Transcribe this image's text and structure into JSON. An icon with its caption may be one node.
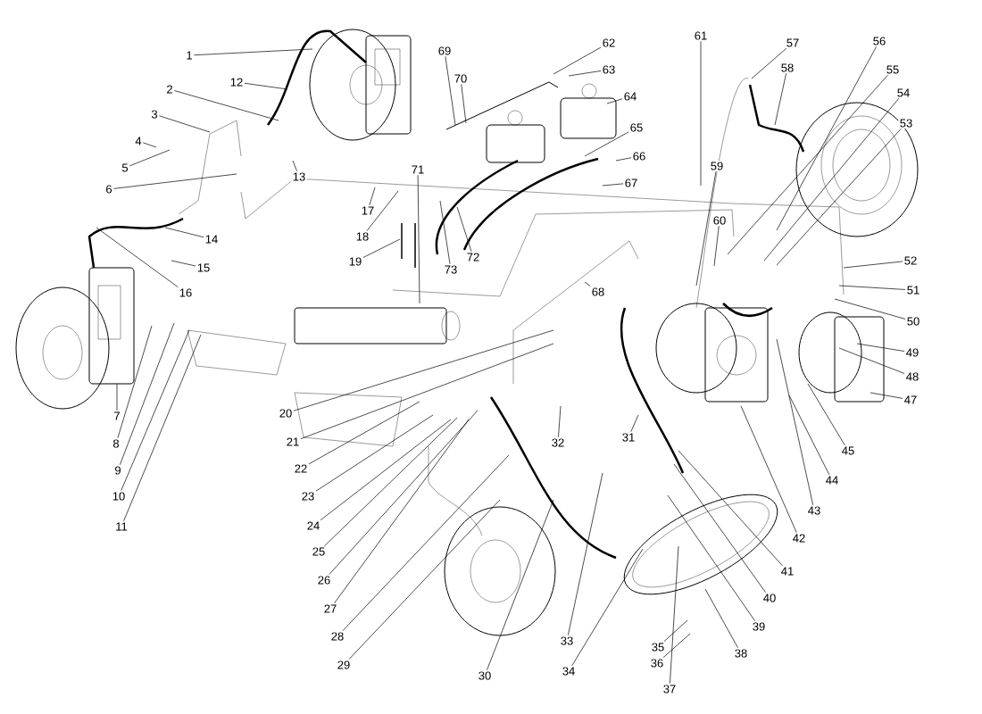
{
  "diagram": {
    "nodes": [
      {
        "text": [
          "1"
        ]
      },
      {
        "text": [
          "2"
        ]
      },
      {
        "text": [
          "3"
        ]
      },
      {
        "text": [
          "4"
        ]
      },
      {
        "text": [
          "5"
        ]
      },
      {
        "text": [
          "6"
        ]
      },
      {
        "text": [
          "7"
        ]
      },
      {
        "text": [
          "8"
        ]
      },
      {
        "text": [
          "9"
        ]
      },
      {
        "text": [
          "10"
        ]
      },
      {
        "text": [
          "11"
        ]
      },
      {
        "text": [
          "12"
        ]
      },
      {
        "text": [
          "13"
        ]
      },
      {
        "text": [
          "14"
        ]
      },
      {
        "text": [
          "15"
        ]
      },
      {
        "text": [
          "16"
        ]
      },
      {
        "text": [
          "17"
        ]
      },
      {
        "text": [
          "18"
        ]
      },
      {
        "text": [
          "19"
        ]
      },
      {
        "text": [
          "20"
        ]
      },
      {
        "text": [
          "21"
        ]
      },
      {
        "text": [
          "22"
        ]
      },
      {
        "text": [
          "23"
        ]
      },
      {
        "text": [
          "24"
        ]
      },
      {
        "text": [
          "25"
        ]
      },
      {
        "text": [
          "26"
        ]
      },
      {
        "text": [
          "27"
        ]
      },
      {
        "text": [
          "28"
        ]
      },
      {
        "text": [
          "29"
        ]
      },
      {
        "text": [
          "30"
        ]
      },
      {
        "text": [
          "31"
        ]
      },
      {
        "text": [
          "32"
        ]
      },
      {
        "text": [
          "33"
        ]
      },
      {
        "text": [
          "34"
        ]
      },
      {
        "text": [
          "35"
        ]
      },
      {
        "text": [
          "36"
        ]
      },
      {
        "text": [
          "37"
        ]
      },
      {
        "text": [
          "38"
        ]
      },
      {
        "text": [
          "39"
        ]
      },
      {
        "text": [
          "40"
        ]
      },
      {
        "text": [
          "41"
        ]
      },
      {
        "text": [
          "42"
        ]
      },
      {
        "text": [
          "43"
        ]
      },
      {
        "text": [
          "44"
        ]
      },
      {
        "text": [
          "45"
        ]
      },
      {
        "text": [
          "47"
        ]
      },
      {
        "text": [
          "48"
        ]
      },
      {
        "text": [
          "49"
        ]
      },
      {
        "text": [
          "50"
        ]
      },
      {
        "text": [
          "51"
        ]
      },
      {
        "text": [
          "52"
        ]
      },
      {
        "text": [
          "53"
        ]
      },
      {
        "text": [
          "54"
        ]
      },
      {
        "text": [
          "55"
        ]
      },
      {
        "text": [
          "56"
        ]
      },
      {
        "text": [
          "57"
        ]
      },
      {
        "text": [
          "58"
        ]
      },
      {
        "text": [
          "59"
        ]
      },
      {
        "text": [
          "60"
        ]
      },
      {
        "text": [
          "61"
        ]
      },
      {
        "text": [
          "62"
        ]
      },
      {
        "text": [
          "63"
        ]
      },
      {
        "text": [
          "64"
        ]
      },
      {
        "text": [
          "65"
        ]
      },
      {
        "text": [
          "66"
        ]
      },
      {
        "text": [
          "67"
        ]
      },
      {
        "text": [
          "68"
        ]
      },
      {
        "text": [
          "69"
        ]
      },
      {
        "text": [
          "70"
        ]
      },
      {
        "text": [
          "71"
        ]
      },
      {
        "text": [
          "72"
        ]
      },
      {
        "text": [
          "73"
        ]
      }
    ],
    "edges": [
      {
        "from": 0,
        "to": null,
        "arrow": "none"
      },
      {
        "from": 1,
        "to": null,
        "arrow": "none"
      },
      {
        "from": 2,
        "to": null,
        "arrow": "none"
      },
      {
        "from": 3,
        "to": null,
        "arrow": "none"
      },
      {
        "from": 4,
        "to": null,
        "arrow": "none"
      },
      {
        "from": 5,
        "to": null,
        "arrow": "none"
      },
      {
        "from": 6,
        "to": null,
        "arrow": "none"
      },
      {
        "from": 7,
        "to": null,
        "arrow": "none"
      },
      {
        "from": 8,
        "to": null,
        "arrow": "none"
      },
      {
        "from": 9,
        "to": null,
        "arrow": "none"
      },
      {
        "from": 10,
        "to": null,
        "arrow": "none"
      },
      {
        "from": 11,
        "to": null,
        "arrow": "none"
      },
      {
        "from": 12,
        "to": null,
        "arrow": "none"
      },
      {
        "from": 13,
        "to": null,
        "arrow": "none"
      },
      {
        "from": 14,
        "to": null,
        "arrow": "none"
      },
      {
        "from": 15,
        "to": null,
        "arrow": "none"
      },
      {
        "from": 16,
        "to": null,
        "arrow": "none"
      },
      {
        "from": 17,
        "to": null,
        "arrow": "none"
      },
      {
        "from": 18,
        "to": null,
        "arrow": "none"
      },
      {
        "from": 19,
        "to": null,
        "arrow": "none"
      },
      {
        "from": 20,
        "to": null,
        "arrow": "none"
      },
      {
        "from": 21,
        "to": null,
        "arrow": "none"
      },
      {
        "from": 22,
        "to": null,
        "arrow": "none"
      },
      {
        "from": 23,
        "to": null,
        "arrow": "none"
      },
      {
        "from": 24,
        "to": null,
        "arrow": "none"
      },
      {
        "from": 25,
        "to": null,
        "arrow": "none"
      },
      {
        "from": 26,
        "to": null,
        "arrow": "none"
      },
      {
        "from": 27,
        "to": null,
        "arrow": "none"
      },
      {
        "from": 28,
        "to": null,
        "arrow": "none"
      },
      {
        "from": 29,
        "to": null,
        "arrow": "none"
      },
      {
        "from": 30,
        "to": null,
        "arrow": "none"
      },
      {
        "from": 31,
        "to": null,
        "arrow": "none"
      },
      {
        "from": 32,
        "to": null,
        "arrow": "none"
      },
      {
        "from": 33,
        "to": null,
        "arrow": "none"
      },
      {
        "from": 34,
        "to": null,
        "arrow": "none"
      },
      {
        "from": 35,
        "to": null,
        "arrow": "none"
      },
      {
        "from": 36,
        "to": null,
        "arrow": "none"
      },
      {
        "from": 37,
        "to": null,
        "arrow": "none"
      },
      {
        "from": 38,
        "to": null,
        "arrow": "none"
      },
      {
        "from": 39,
        "to": null,
        "arrow": "none"
      },
      {
        "from": 40,
        "to": null,
        "arrow": "none"
      },
      {
        "from": 41,
        "to": null,
        "arrow": "none"
      },
      {
        "from": 42,
        "to": null,
        "arrow": "none"
      },
      {
        "from": 43,
        "to": null,
        "arrow": "none"
      },
      {
        "from": 44,
        "to": null,
        "arrow": "none"
      },
      {
        "from": 45,
        "to": null,
        "arrow": "none"
      },
      {
        "from": 46,
        "to": null,
        "arrow": "none"
      },
      {
        "from": 47,
        "to": null,
        "arrow": "none"
      },
      {
        "from": 48,
        "to": null,
        "arrow": "none"
      },
      {
        "from": 49,
        "to": null,
        "arrow": "none"
      },
      {
        "from": 50,
        "to": null,
        "arrow": "none"
      },
      {
        "from": 51,
        "to": null,
        "arrow": "none"
      },
      {
        "from": 52,
        "to": null,
        "arrow": "none"
      },
      {
        "from": 53,
        "to": null,
        "arrow": "none"
      },
      {
        "from": 54,
        "to": null,
        "arrow": "none"
      },
      {
        "from": 55,
        "to": null,
        "arrow": "none"
      },
      {
        "from": 56,
        "to": null,
        "arrow": "none"
      },
      {
        "from": 57,
        "to": null,
        "arrow": "none"
      },
      {
        "from": 58,
        "to": null,
        "arrow": "none"
      },
      {
        "from": 59,
        "to": null,
        "arrow": "none"
      },
      {
        "from": 60,
        "to": null,
        "arrow": "none"
      },
      {
        "from": 61,
        "to": null,
        "arrow": "none"
      },
      {
        "from": 62,
        "to": null,
        "arrow": "none"
      },
      {
        "from": 63,
        "to": null,
        "arrow": "none"
      },
      {
        "from": 64,
        "to": null,
        "arrow": "none"
      },
      {
        "from": 65,
        "to": null,
        "arrow": "none"
      },
      {
        "from": 66,
        "to": null,
        "arrow": "none"
      },
      {
        "from": 67,
        "to": null,
        "arrow": "none"
      },
      {
        "from": 68,
        "to": null,
        "arrow": "none"
      },
      {
        "from": 69,
        "to": null,
        "arrow": "none"
      },
      {
        "from": 70,
        "to": null,
        "arrow": "none"
      },
      {
        "from": 71,
        "to": null,
        "arrow": "none"
      }
    ]
  }
}
